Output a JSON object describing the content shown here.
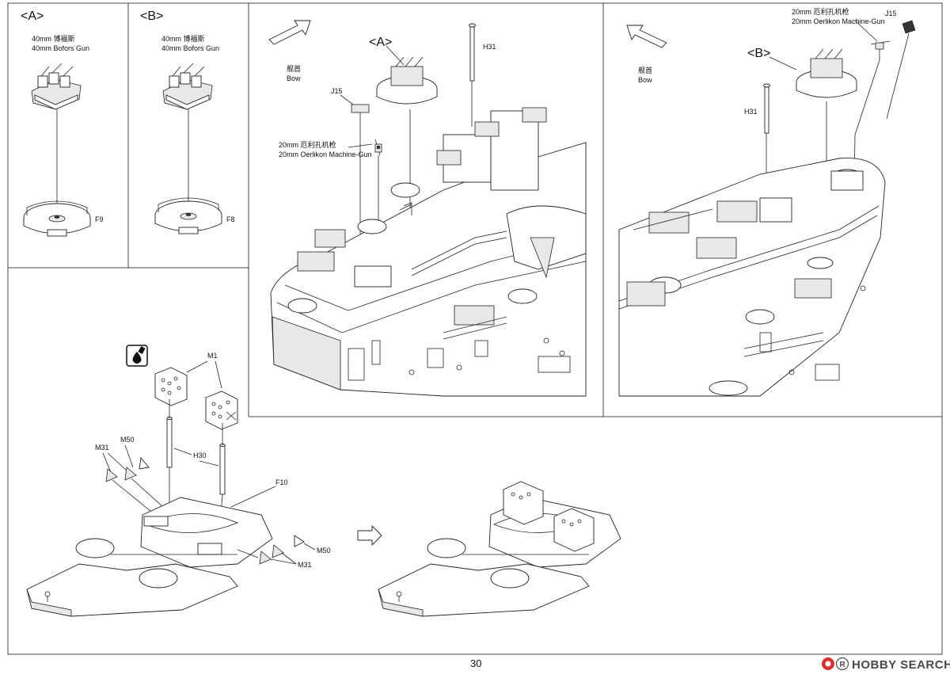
{
  "page_number": "30",
  "watermark": {
    "text": "HOBBY SEARCH",
    "icon": "hobby-search-logo-icon"
  },
  "panel_a": {
    "tag": "<A>",
    "label_cn": "40mm 博福斯",
    "label_en": "40mm Bofors Gun",
    "part": "F9"
  },
  "panel_b": {
    "tag": "<B>",
    "label_cn": "40mm 博福斯",
    "label_en": "40mm Bofors Gun",
    "part": "F8"
  },
  "panel_bow_left": {
    "direction_cn": "舰首",
    "direction_en": "Bow",
    "tag": "<A>",
    "part_rod": "H31",
    "part_clip": "J15",
    "gun_cn": "20mm 厄利孔机枪",
    "gun_en": "20mm Oerlikon Machine-Gun"
  },
  "panel_bow_right": {
    "direction_cn": "舰首",
    "direction_en": "Bow",
    "tag": "<B>",
    "part_rod": "H31",
    "part_clip": "J15",
    "gun_cn": "20mm 厄利孔机枪",
    "gun_en": "20mm Oerlikon Machine-Gun"
  },
  "assembly": {
    "icon": "glue-drop-icon",
    "part_m1": "M1",
    "part_m50_top": "M50",
    "part_m31_top": "M31",
    "part_h30": "H30",
    "part_f10": "F10",
    "part_m50_bottom": "M50",
    "part_m31_bottom": "M31"
  },
  "colors": {
    "line": "#222222",
    "background": "#ffffff",
    "watermark": "#4a4a4a",
    "logo_red": "#d9332f"
  }
}
